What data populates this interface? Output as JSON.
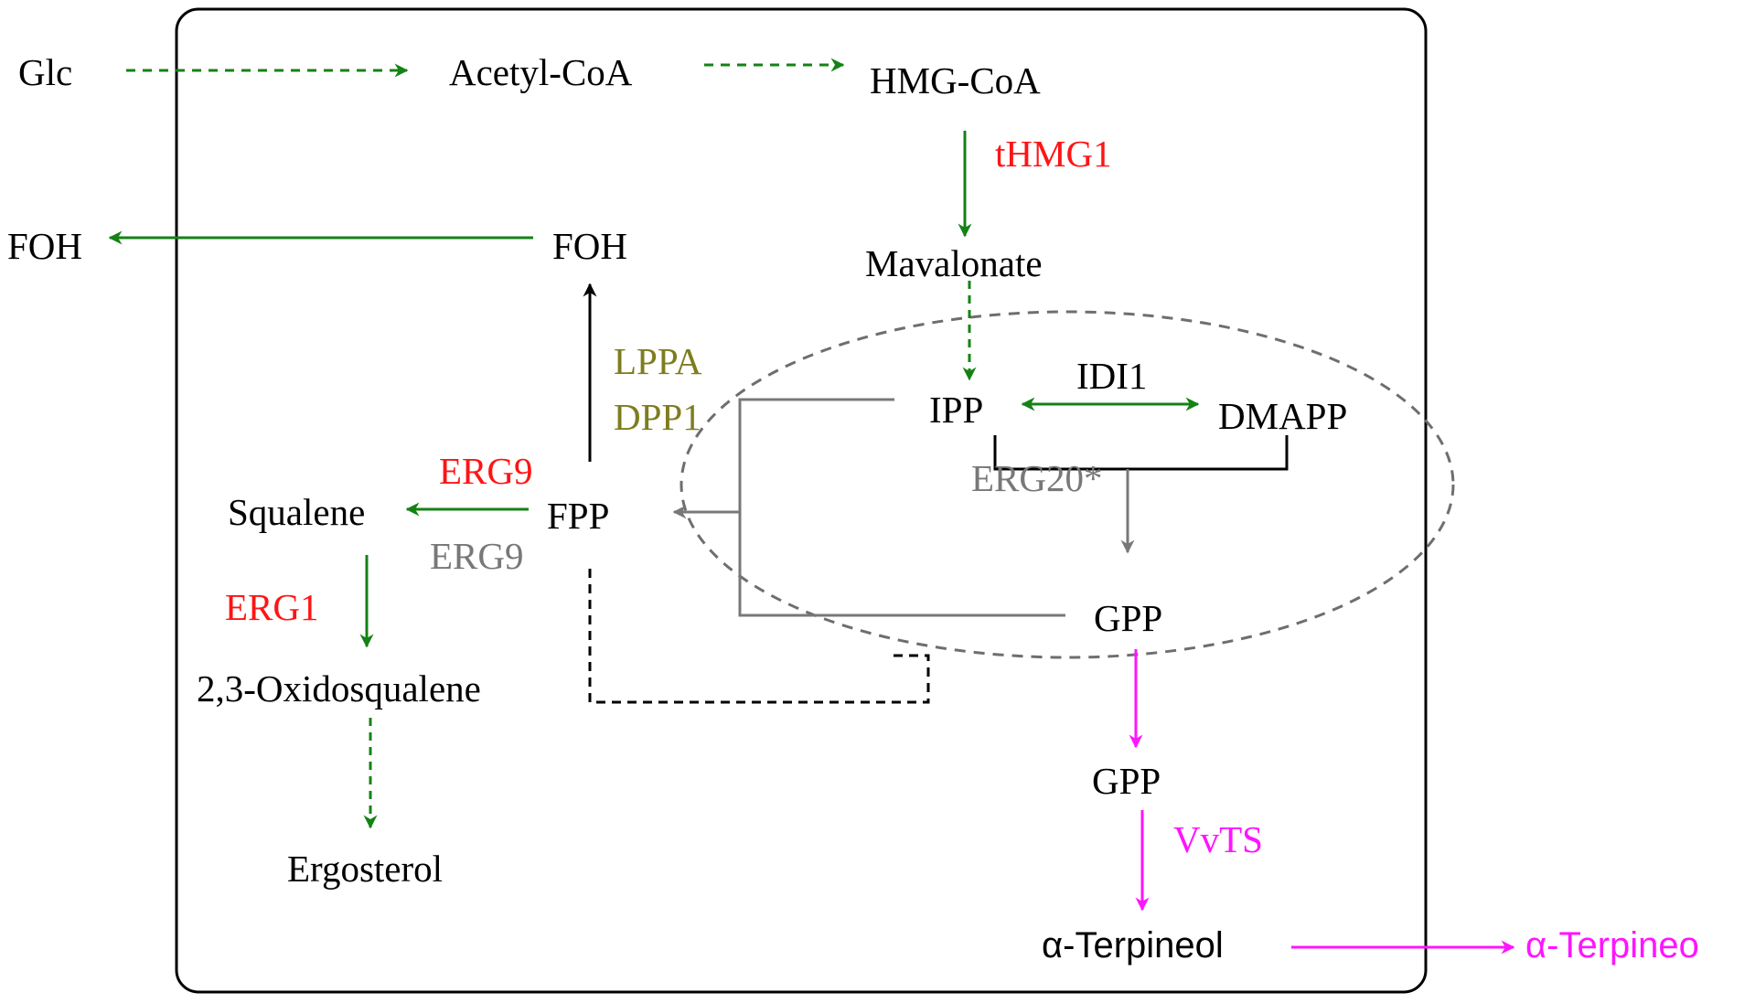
{
  "colors": {
    "green": "#148214",
    "red": "#ff1414",
    "olive": "#7d7d1e",
    "gray": "#787878",
    "magenta": "#ff14ff",
    "black": "#000000"
  },
  "metabolites": {
    "glc": "Glc",
    "acetyl_coa": "Acetyl-CoA",
    "hmg_coa": "HMG-CoA",
    "foh_outside": "FOH",
    "foh_inside": "FOH",
    "mavalonate": "Mavalonate",
    "ipp": "IPP",
    "dmapp": "DMAPP",
    "squalene": "Squalene",
    "fpp": "FPP",
    "gpp_cell": "GPP",
    "oxidosqualene": "2,3-Oxidosqualene",
    "gpp_lower": "GPP",
    "ergosterol": "Ergosterol",
    "terpineol_inside": "α-Terpineol",
    "terpineol_outside": "α-Terpineo"
  },
  "enzymes": {
    "thmg1": "tHMG1",
    "idi1": "IDI1",
    "lppa": "LPPA",
    "dpp1": "DPP1",
    "erg9_red": "ERG9",
    "erg20": "ERG20*",
    "erg9_gray": "ERG9",
    "erg1": "ERG1",
    "vvts": "VvTS"
  }
}
